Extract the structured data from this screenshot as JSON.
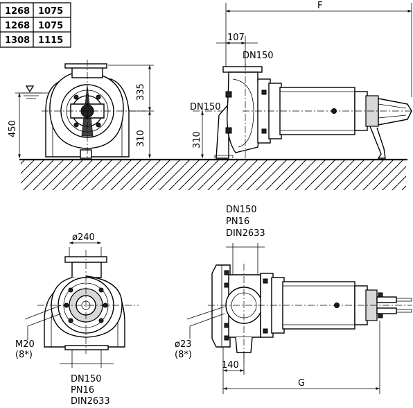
{
  "table": {
    "rows": [
      [
        "1268",
        "1075"
      ],
      [
        "1268",
        "1075"
      ],
      [
        "1308",
        "1115"
      ]
    ]
  },
  "dims": {
    "f": "F",
    "g": "G",
    "d107": "107",
    "d335": "335",
    "d310_front": "310",
    "d310_side": "310",
    "d450": "450",
    "d140": "140",
    "dia240": "ø240",
    "dia23": "ø23",
    "eight_bolt": "(8*)",
    "m20": "M20",
    "eight_thread": "(8*)"
  },
  "flanges": {
    "top_side": "DN150",
    "mid_side": "DN150",
    "plan_dn": "DN150",
    "plan_pn": "PN16",
    "plan_din": "DIN2633",
    "bottom_dn": "DN150",
    "bottom_pn": "PN16",
    "bottom_din": "DIN2633"
  }
}
